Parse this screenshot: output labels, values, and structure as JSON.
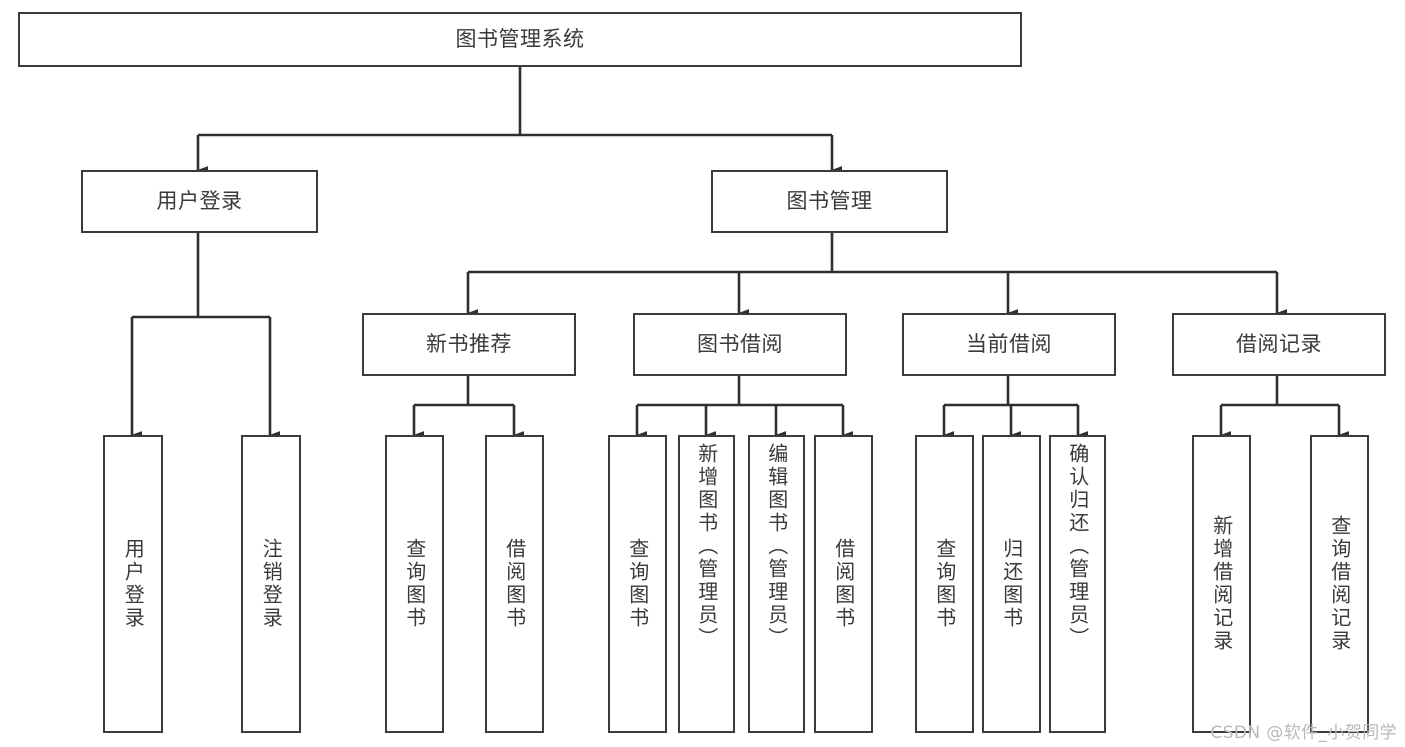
{
  "diagram": {
    "title": "图书管理系统",
    "type": "hierarchy-tree",
    "watermark": "CSDN @软件_小贺同学",
    "colors": {
      "box_border": "#3b3b3b",
      "box_fill": "#ffffff",
      "text": "#3a3a3a",
      "edge": "#2f2f2f",
      "watermark": "#b9b9b9"
    },
    "nodes": {
      "root": {
        "label": "图书管理系统",
        "orientation": "horizontal"
      },
      "user_login": {
        "label": "用户登录",
        "orientation": "horizontal"
      },
      "book_manage": {
        "label": "图书管理",
        "orientation": "horizontal"
      },
      "new_book_rec": {
        "label": "新书推荐",
        "orientation": "horizontal"
      },
      "book_borrow": {
        "label": "图书借阅",
        "orientation": "horizontal"
      },
      "current_borrow": {
        "label": "当前借阅",
        "orientation": "horizontal"
      },
      "borrow_record": {
        "label": "借阅记录",
        "orientation": "horizontal"
      },
      "leaf_user_login": {
        "label": "用户登录",
        "orientation": "vertical"
      },
      "leaf_logout": {
        "label": "注销登录",
        "orientation": "vertical"
      },
      "leaf_query_book_a": {
        "label": "查询图书",
        "orientation": "vertical"
      },
      "leaf_borrow_book_a": {
        "label": "借阅图书",
        "orientation": "vertical"
      },
      "leaf_query_book_b": {
        "label": "查询图书",
        "orientation": "vertical"
      },
      "leaf_add_book": {
        "label": "新增图书（管理员）",
        "orientation": "vertical"
      },
      "leaf_edit_book": {
        "label": "编辑图书（管理员）",
        "orientation": "vertical"
      },
      "leaf_borrow_book_b": {
        "label": "借阅图书",
        "orientation": "vertical"
      },
      "leaf_query_book_c": {
        "label": "查询图书",
        "orientation": "vertical"
      },
      "leaf_return_book": {
        "label": "归还图书",
        "orientation": "vertical"
      },
      "leaf_confirm_return": {
        "label": "确认归还（管理员）",
        "orientation": "vertical"
      },
      "leaf_add_record": {
        "label": "新增借阅记录",
        "orientation": "vertical"
      },
      "leaf_query_record": {
        "label": "查询借阅记录",
        "orientation": "vertical"
      }
    },
    "hierarchy": {
      "图书管理系统": [
        "用户登录",
        "图书管理"
      ],
      "用户登录": [
        "用户登录",
        "注销登录"
      ],
      "图书管理": [
        "新书推荐",
        "图书借阅",
        "当前借阅",
        "借阅记录"
      ],
      "新书推荐": [
        "查询图书",
        "借阅图书"
      ],
      "图书借阅": [
        "查询图书",
        "新增图书（管理员）",
        "编辑图书（管理员）",
        "借阅图书"
      ],
      "当前借阅": [
        "查询图书",
        "归还图书",
        "确认归还（管理员）"
      ],
      "借阅记录": [
        "新增借阅记录",
        "查询借阅记录"
      ]
    }
  }
}
